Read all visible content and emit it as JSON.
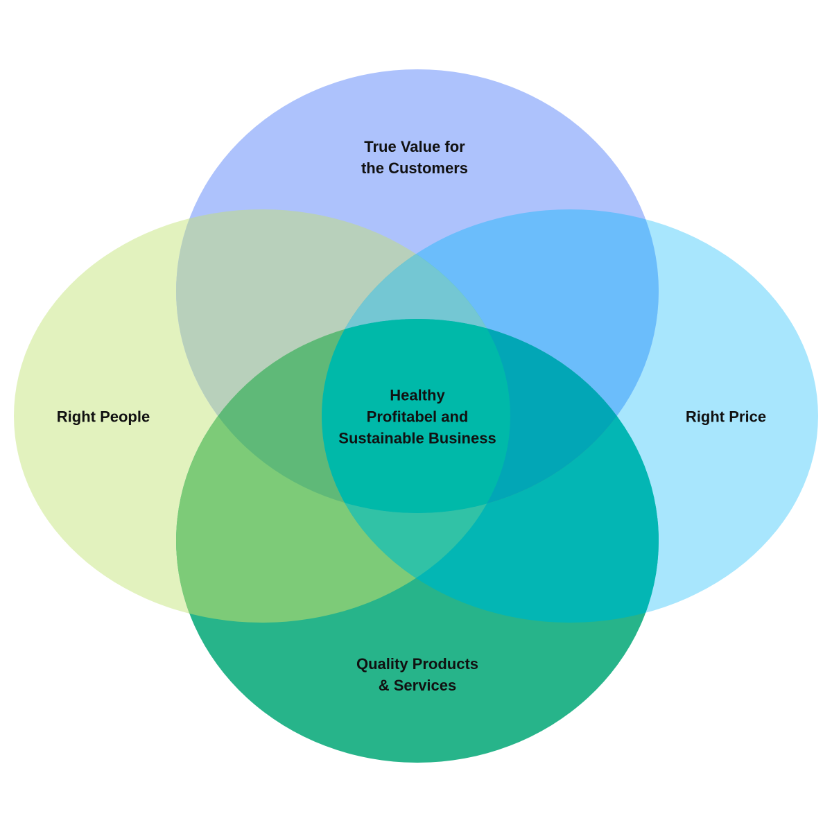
{
  "diagram": {
    "type": "four-set-venn",
    "background": "#ffffff",
    "sets": {
      "top": {
        "lines": [
          "True Value for",
          "the Customers"
        ],
        "fill": "#adc2fc"
      },
      "left": {
        "lines": [
          "Right People"
        ],
        "fill": "#e2f2be"
      },
      "right": {
        "lines": [
          "Right Price"
        ],
        "fill": "#a8e6fd"
      },
      "bottom": {
        "lines": [
          "Quality Products",
          "& Services"
        ],
        "fill": "#27b48a"
      }
    },
    "center": {
      "lines": [
        "Healthy",
        "Profitabel and",
        "Sustainable Business"
      ]
    }
  }
}
